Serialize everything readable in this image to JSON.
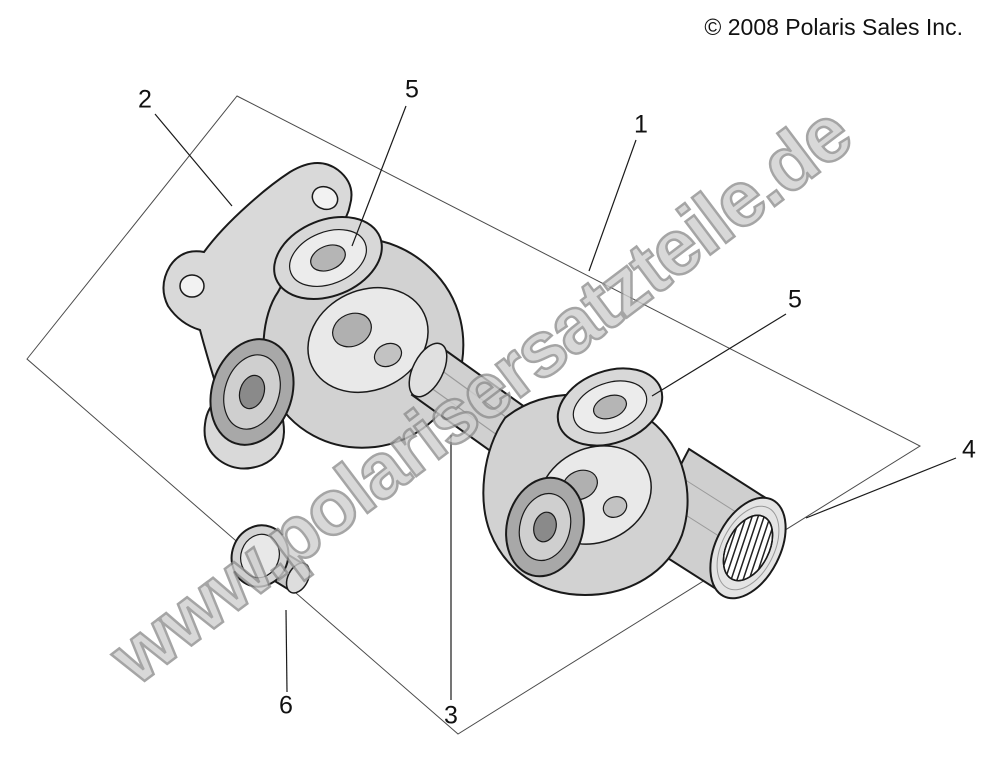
{
  "page": {
    "background": "#ffffff"
  },
  "header": {
    "copyright": "© 2008 Polaris Sales Inc."
  },
  "watermark": {
    "text": "www.polarisersatzteile.de",
    "fill_color": "#cfcfcf",
    "outline_color": "#8f8f8f"
  },
  "diagram": {
    "line_color": "#1a1a1a",
    "shade_light": "#e9e9e9",
    "shade_mid": "#d2d2d2",
    "shade_dark": "#a8a8a8"
  },
  "callouts": {
    "c1": {
      "label": "1"
    },
    "c2": {
      "label": "2"
    },
    "c3": {
      "label": "3"
    },
    "c4": {
      "label": "4"
    },
    "c5a": {
      "label": "5"
    },
    "c5b": {
      "label": "5"
    },
    "c6": {
      "label": "6"
    }
  }
}
